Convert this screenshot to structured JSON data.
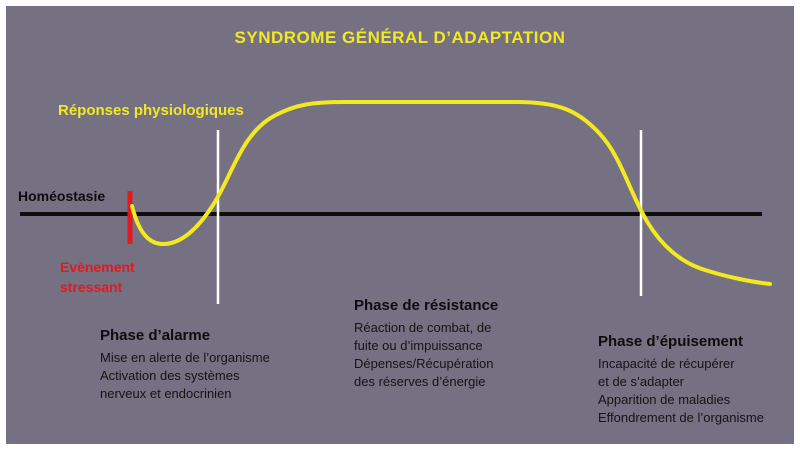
{
  "title": "SYNDROME GÉNÉRAL D’ADAPTATION",
  "labels": {
    "responses": "Réponses physiologiques",
    "homeostasis": "Homéostasie",
    "stress_event_line1": "Evènement",
    "stress_event_line2": "stressant"
  },
  "phases": [
    {
      "title": "Phase d’alarme",
      "lines": [
        "Mise en alerte de l’organisme",
        "Activation des systèmes",
        "nerveux et endocrinien"
      ]
    },
    {
      "title": "Phase de résistance",
      "lines": [
        "Réaction de combat, de",
        "fuite ou d’impuissance",
        "Dépenses/Récupération",
        "des réserves d’énergie"
      ]
    },
    {
      "title": "Phase d’épuisement",
      "lines": [
        "Incapacité de récupérer",
        "et de s’adapter",
        "Apparition de maladies",
        "Effondrement de l’organisme"
      ]
    }
  ],
  "colors": {
    "background": "#757082",
    "curve_yellow": "#f2e921",
    "stress_red": "#e2191f",
    "baseline_black": "#0d0d0d",
    "divider_white": "#ffffff"
  }
}
